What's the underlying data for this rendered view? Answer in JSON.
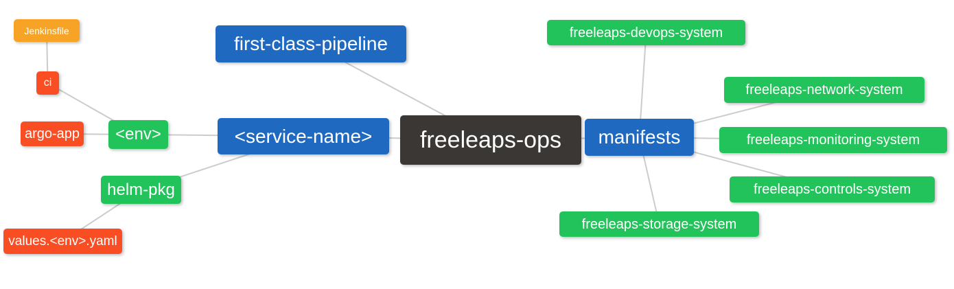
{
  "diagram": {
    "type": "mindmap",
    "root_label": "freeleaps-ops",
    "palette": {
      "blue": "#2069c0",
      "green": "#21c35a",
      "orange": "#f7a426",
      "red": "#f94e23",
      "dark": "#3b3734",
      "edge": "#cccccc",
      "background": "#ffffff",
      "text": "#ffffff"
    },
    "nodes": [
      {
        "id": "jenkinsfile",
        "label": "Jenkinsfile",
        "color": "orange"
      },
      {
        "id": "ci",
        "label": "ci",
        "color": "red"
      },
      {
        "id": "argo-app",
        "label": "argo-app",
        "color": "red"
      },
      {
        "id": "env",
        "label": "<env>",
        "color": "green"
      },
      {
        "id": "helm-pkg",
        "label": "helm-pkg",
        "color": "green"
      },
      {
        "id": "values",
        "label": "values.<env>.yaml",
        "color": "red"
      },
      {
        "id": "pipeline",
        "label": "first-class-pipeline",
        "color": "blue"
      },
      {
        "id": "service",
        "label": "<service-name>",
        "color": "blue"
      },
      {
        "id": "ops",
        "label": "freeleaps-ops",
        "color": "dark"
      },
      {
        "id": "manifests",
        "label": "manifests",
        "color": "blue"
      },
      {
        "id": "devops",
        "label": "freeleaps-devops-system",
        "color": "green"
      },
      {
        "id": "network",
        "label": "freeleaps-network-system",
        "color": "green"
      },
      {
        "id": "monitoring",
        "label": "freeleaps-monitoring-system",
        "color": "green"
      },
      {
        "id": "controls",
        "label": "freeleaps-controls-system",
        "color": "green"
      },
      {
        "id": "storage",
        "label": "freeleaps-storage-system",
        "color": "green"
      }
    ],
    "edges": [
      {
        "from": "jenkinsfile",
        "to": "ci"
      },
      {
        "from": "ci",
        "to": "env"
      },
      {
        "from": "argo-app",
        "to": "env"
      },
      {
        "from": "env",
        "to": "service"
      },
      {
        "from": "helm-pkg",
        "to": "service"
      },
      {
        "from": "values",
        "to": "helm-pkg"
      },
      {
        "from": "pipeline",
        "to": "ops"
      },
      {
        "from": "service",
        "to": "ops"
      },
      {
        "from": "ops",
        "to": "manifests"
      },
      {
        "from": "manifests",
        "to": "devops"
      },
      {
        "from": "manifests",
        "to": "network"
      },
      {
        "from": "manifests",
        "to": "monitoring"
      },
      {
        "from": "manifests",
        "to": "controls"
      },
      {
        "from": "manifests",
        "to": "storage"
      }
    ]
  }
}
